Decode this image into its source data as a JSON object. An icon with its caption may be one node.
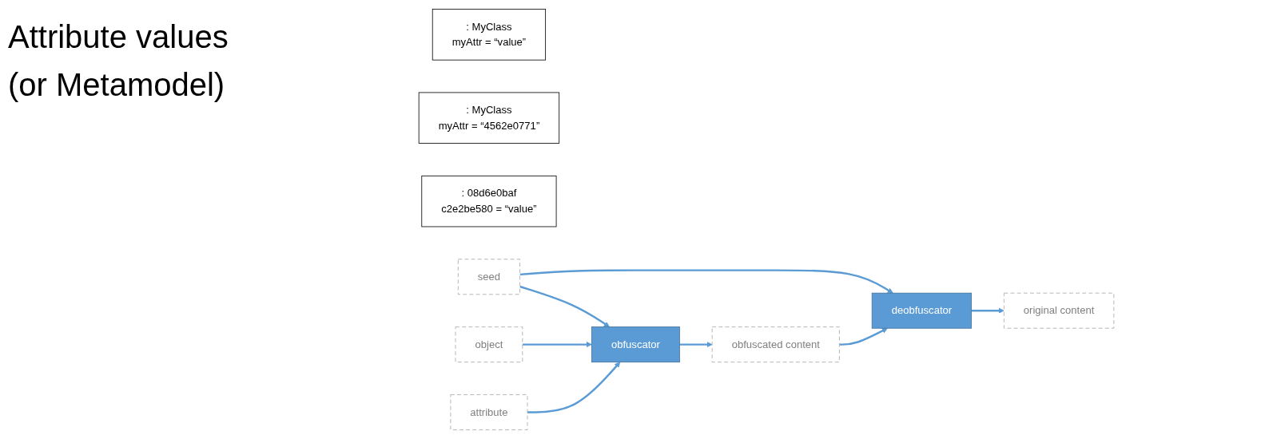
{
  "diagram": {
    "title": "Attribute values (or Metamodel)",
    "nodes": [
      {
        "text": [
          ": MyClass",
          "myAttr = “value”"
        ]
      },
      {
        "text": [
          ": MyClass",
          "myAttr = “4562e0771”"
        ]
      },
      {
        "text": [
          ": 08d6e0baf",
          "c2e2be580 = “value”"
        ]
      },
      {
        "text": [
          "seed"
        ]
      },
      {
        "text": [
          "object"
        ]
      },
      {
        "text": [
          "attribute"
        ]
      },
      {
        "text": [
          "obfuscator"
        ]
      },
      {
        "text": [
          "obfuscated content"
        ]
      },
      {
        "text": [
          "deobfuscator"
        ]
      },
      {
        "text": [
          "original content"
        ]
      }
    ],
    "edges": [
      {
        "from": 3,
        "to": 6,
        "arrow": "to"
      },
      {
        "from": 3,
        "to": 8,
        "arrow": "to"
      },
      {
        "from": 4,
        "to": 6,
        "arrow": "to"
      },
      {
        "from": 5,
        "to": 6,
        "arrow": "to"
      },
      {
        "from": 6,
        "to": 7,
        "arrow": "to"
      },
      {
        "from": 7,
        "to": 8,
        "arrow": "to"
      },
      {
        "from": 8,
        "to": 9,
        "arrow": "to"
      }
    ]
  }
}
